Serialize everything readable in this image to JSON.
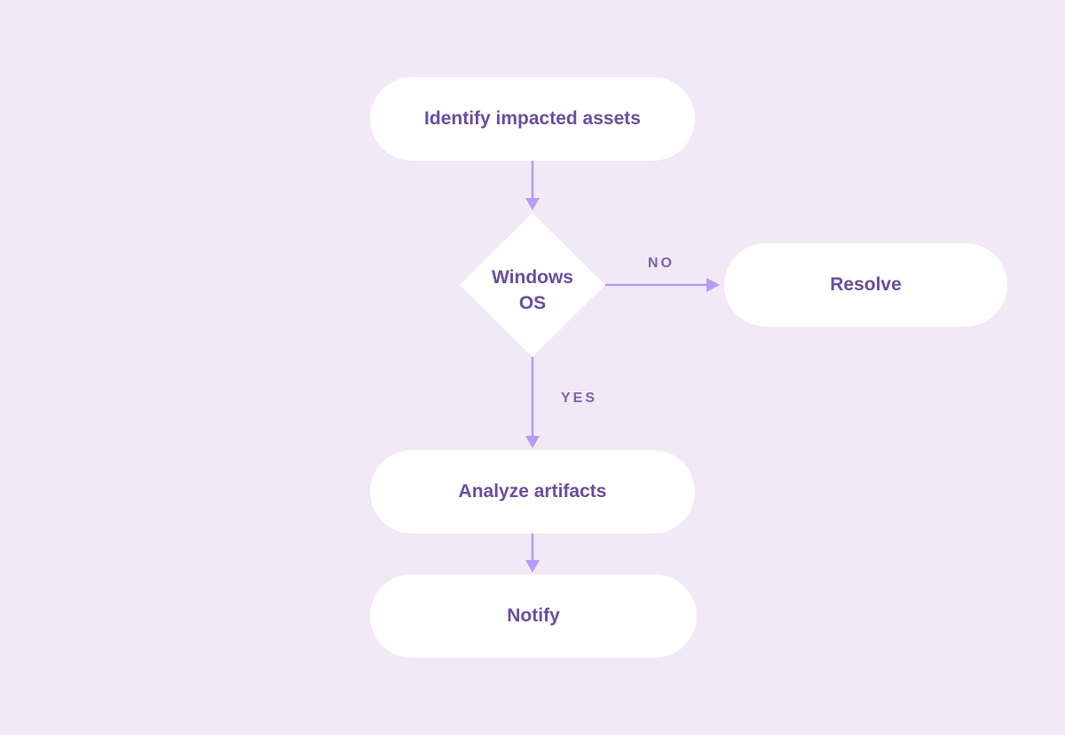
{
  "nodes": {
    "identify": "Identify impacted assets",
    "decision_line1": "Windows",
    "decision_line2": "OS",
    "resolve": "Resolve",
    "analyze": "Analyze artifacts",
    "notify": "Notify"
  },
  "edges": {
    "no_label": "NO",
    "yes_label": "YES"
  },
  "colors": {
    "background": "#f1e9f6",
    "node_fill": "#ffffff",
    "node_text": "#6a4f9e",
    "connector": "#b79cf5"
  }
}
